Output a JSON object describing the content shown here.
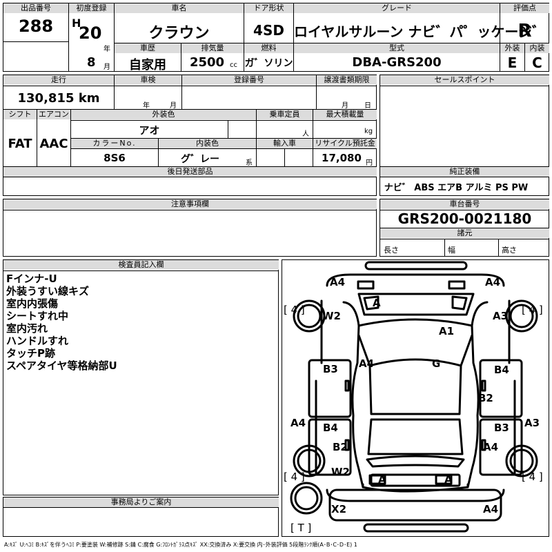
{
  "header": {
    "lot_label": "出品番号",
    "lot_number": "288",
    "first_reg_label": "初度登録",
    "era": "H",
    "year": "20",
    "year_suffix": "年",
    "month": "8",
    "month_suffix": "月",
    "car_name_label": "車名",
    "car_name": "クラウン",
    "door_label": "ドア形状",
    "door": "4SD",
    "grade_label": "グレード",
    "grade": "ロイヤルサルーン ナビ゛パ゜ッケージ゛",
    "score_label": "評価点",
    "score": "R",
    "history_label": "車歴",
    "history": "自家用",
    "displacement_label": "排気量",
    "displacement": "2500",
    "displacement_unit": "cc",
    "fuel_label": "燃料",
    "fuel": "ガ゛ソリン",
    "model_label": "型式",
    "model": "DBA-GRS200",
    "exterior_label": "外装",
    "exterior": "E",
    "interior_label": "内装",
    "interior": "C"
  },
  "row2": {
    "mileage_label": "走行",
    "mileage": "130,815 km",
    "inspection_label": "車検",
    "inspection_year": "年",
    "inspection_month": "月",
    "reg_no_label": "登録番号",
    "transfer_label": "譲渡書類期限",
    "transfer_month": "月",
    "transfer_day": "日",
    "sales_label": "セールスポイント",
    "shift_label": "シフト",
    "shift": "FAT",
    "aircon_label": "エアコン",
    "aircon": "AAC",
    "ext_color_label": "外装色",
    "ext_color": "アオ",
    "capacity_label": "乗車定員",
    "capacity_unit": "人",
    "load_label": "最大積載量",
    "load_unit": "kg",
    "color_no_label": "カラーNo.",
    "color_no": "8S6",
    "int_color_label": "内装色",
    "int_color": "グ゛レー",
    "int_color_suffix": "系",
    "import_label": "輸入車",
    "recycle_label": "リサイクル預託金",
    "recycle": "17,080",
    "recycle_unit": "円",
    "later_label": "後日発送部品",
    "equipment_label": "純正装備",
    "equipment": "ナビ゛ ABS エアB アルミ PS PW"
  },
  "row3": {
    "caution_label": "注意事項欄",
    "chassis_label": "車台番号",
    "chassis": "GRS200-0021180",
    "specs_label": "諸元",
    "length_label": "長さ",
    "width_label": "幅",
    "height_label": "高さ"
  },
  "inspector": {
    "label": "検査員記入欄",
    "notes": [
      "Fインナ-U",
      "外装うすい線キズ",
      "室内内張傷",
      "シートすれ中",
      "室内汚れ",
      "ハンドルすれ",
      "タッチP跡",
      "スペアタイヤ等格納部U"
    ]
  },
  "office": {
    "label": "事務局よりご案内"
  },
  "diagram": {
    "labels": {
      "a4_tl": "A4",
      "a4_tr": "A4",
      "tyre_tl": "[ 4 ]",
      "tyre_tr": "[ 4 ]",
      "tyre_bl": "[ 4 ]",
      "tyre_br": "[ 4 ]",
      "w2_top": "W2",
      "a3_top": "A3",
      "a_top": "A",
      "a1": "A1",
      "a4_mid": "A4",
      "g": "G",
      "b3_left": "B3",
      "b4_right": "B4",
      "b2_right": "B2",
      "a4_left": "A4",
      "b4_left": "B4",
      "b3_right": "B3",
      "a3_right": "A3",
      "b2_left": "B2",
      "a4_right_lower": "A4",
      "w2_bottom": "W2",
      "a_rear_left": "A",
      "a_rear_right": "A",
      "x2": "X2",
      "a4_br": "A4",
      "spare": "[ T ]"
    }
  },
  "legend": "A:ｷｽﾞ U:ﾍｺﾐ B:ｷｽﾞを伴うﾍｺﾐ P:要塗装 W:補修跡 S:錆 C:腐食 G:ﾌﾛﾝﾄｶﾞﾗｽ点ｷｽﾞ XX:交換済み X:要交換 内･外装評価 5段階ﾗﾝｸ順(A･B･C･D･E) 1"
}
